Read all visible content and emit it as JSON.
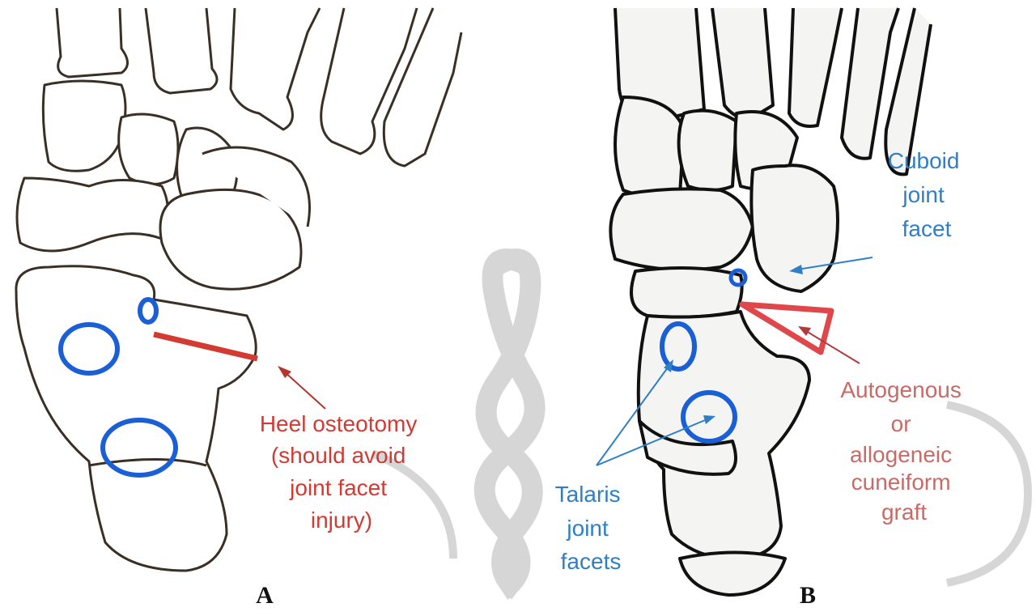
{
  "panels": {
    "a": {
      "letter": "A",
      "label_lines": [
        "Heel osteotomy",
        "(should avoid",
        "joint facet",
        "injury)"
      ]
    },
    "b": {
      "letter": "B",
      "cuboid_lines": [
        "Cuboid",
        "joint",
        "facet"
      ],
      "graft_lines": [
        "Autogenous",
        "or",
        "allogeneic",
        "cuneiform",
        "graft"
      ],
      "talaris_lines": [
        "Talaris",
        "joint",
        "facets"
      ]
    }
  },
  "colors": {
    "osteotomy_red": "#d23a32",
    "facet_blue": "#1a5fd6",
    "label_blue": "#2f7fc7",
    "graft_pink": "#c96a66"
  }
}
